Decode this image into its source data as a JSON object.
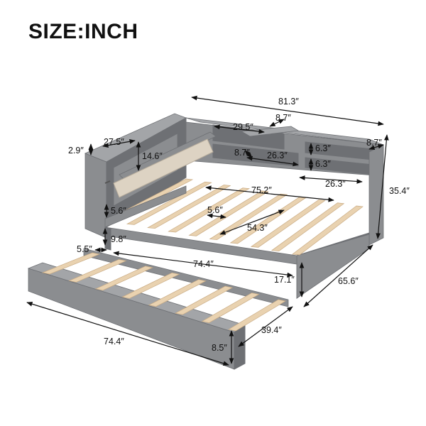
{
  "title": "SIZE:INCH",
  "colors": {
    "frame": "#8b8d90",
    "frame_dark": "#6e7074",
    "frame_light": "#a3a5a8",
    "slat": "#e9d2b0",
    "slat_edge": "#c9ab84",
    "cushion": "#ddd3c3",
    "dimension_line": "#111111"
  },
  "icons": [
    "arrow-marker-icon"
  ],
  "dimensions": {
    "overall_length": "81.3″",
    "overall_depth": "65.6″",
    "overall_height": "35.4″",
    "shelf_depth": "8.7″",
    "shelf_top_depth": "8.7″",
    "shelf_inner_depth": "8.7″",
    "side_panel_thickness": "2.9″",
    "lid_length": "27.5″",
    "lid_width": "14.6″",
    "center_shelf_length": "29.5″",
    "center_shelf_lower_length": "26.3″",
    "right_shelf_length": "26.3″",
    "right_shelf_upper_height": "6.3″",
    "right_shelf_lower_height": "6.3″",
    "mattress_length": "75.2″",
    "mattress_width": "54.3″",
    "slat_gap": "5.6″",
    "side_rail_height": "5.6″",
    "rail_drop": "9.8″",
    "trundle_clearance": "5.5″",
    "trundle_length_top": "74.4″",
    "front_height": "17.1″",
    "trundle_length": "74.4″",
    "trundle_width": "39.4″",
    "trundle_height": "8.5″"
  }
}
